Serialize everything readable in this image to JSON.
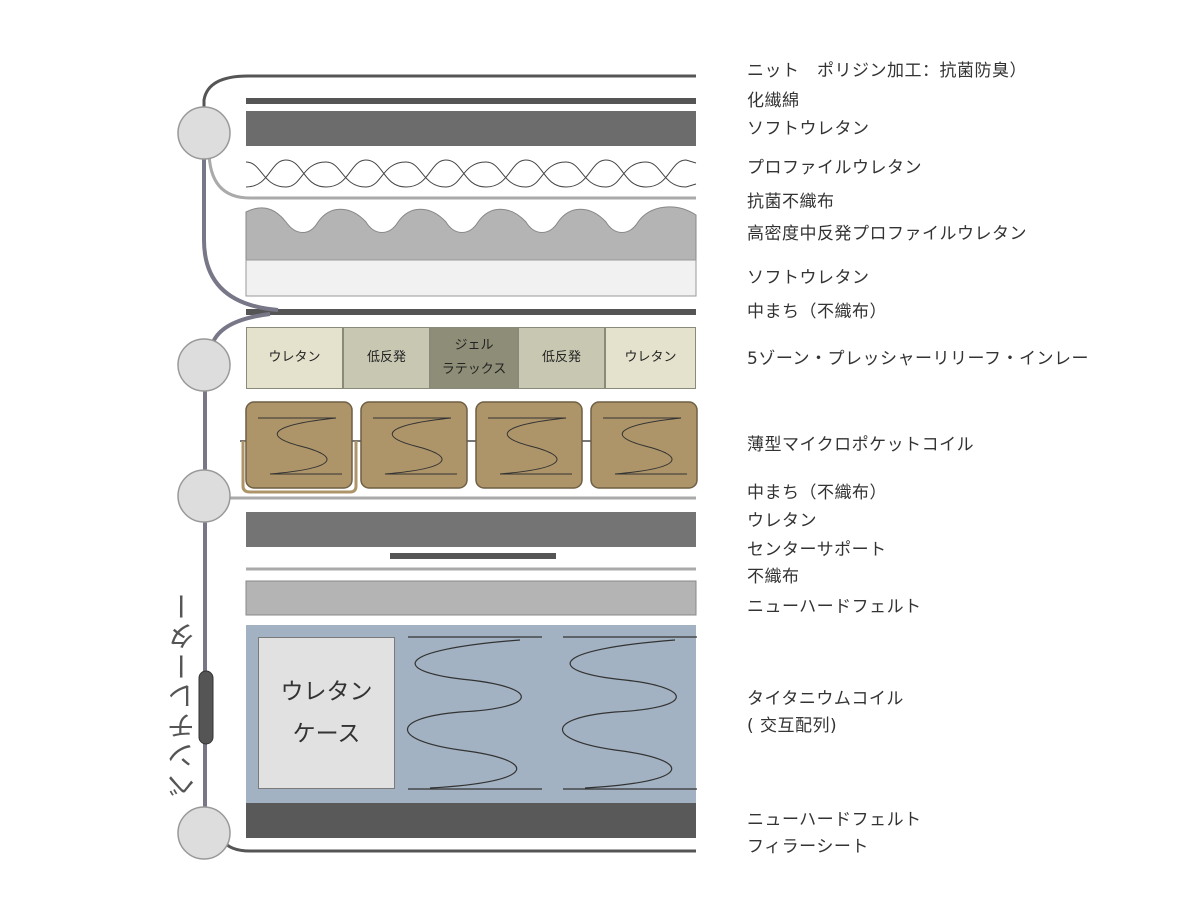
{
  "layer_labels": {
    "knit": "ニット　ポリジン加工：抗菌防臭）",
    "synthetic_cotton": "化繊綿",
    "soft_urethane_top": "ソフトウレタン",
    "profile_urethane": "プロファイルウレタン",
    "antibacterial_nonwoven": "抗菌不織布",
    "high_density_profile": "高密度中反発プロファイルウレタン",
    "soft_urethane_2": "ソフトウレタン",
    "middle_gusset_1": "中まち（不織布）",
    "five_zone": "5ゾーン・プレッシャーリリーフ・インレー",
    "micro_pocket_coil": "薄型マイクロポケットコイル",
    "middle_gusset_2": "中まち（不織布）",
    "urethane": "ウレタン",
    "center_support": "センターサポート",
    "nonwoven": "不織布",
    "new_hard_felt_1": "ニューハードフェルト",
    "titanium_coil_line1": "タイタニウムコイル",
    "titanium_coil_line2": "( 交互配列)",
    "new_hard_felt_2": "ニューハードフェルト",
    "filler_sheet": "フィラーシート"
  },
  "zones": [
    {
      "label": "ウレタン",
      "color": "#e4e2cc"
    },
    {
      "label": "低反発",
      "color": "#c8c8b2"
    },
    {
      "label": "ジェル\nラテックス",
      "color": "#8e8e78"
    },
    {
      "label": "低反発",
      "color": "#c8c8b2"
    },
    {
      "label": "ウレタン",
      "color": "#e4e2cc"
    }
  ],
  "urethane_case": "ウレタン\nケース",
  "ventilator": "ベンチレーター",
  "colors": {
    "dark_layer": "#636363",
    "mid_layer": "#747474",
    "light_layer": "#b4b4b4",
    "coil_tan": "#ad9569",
    "titanium_bg": "#a2b2c2",
    "vent_line": "#777788"
  }
}
